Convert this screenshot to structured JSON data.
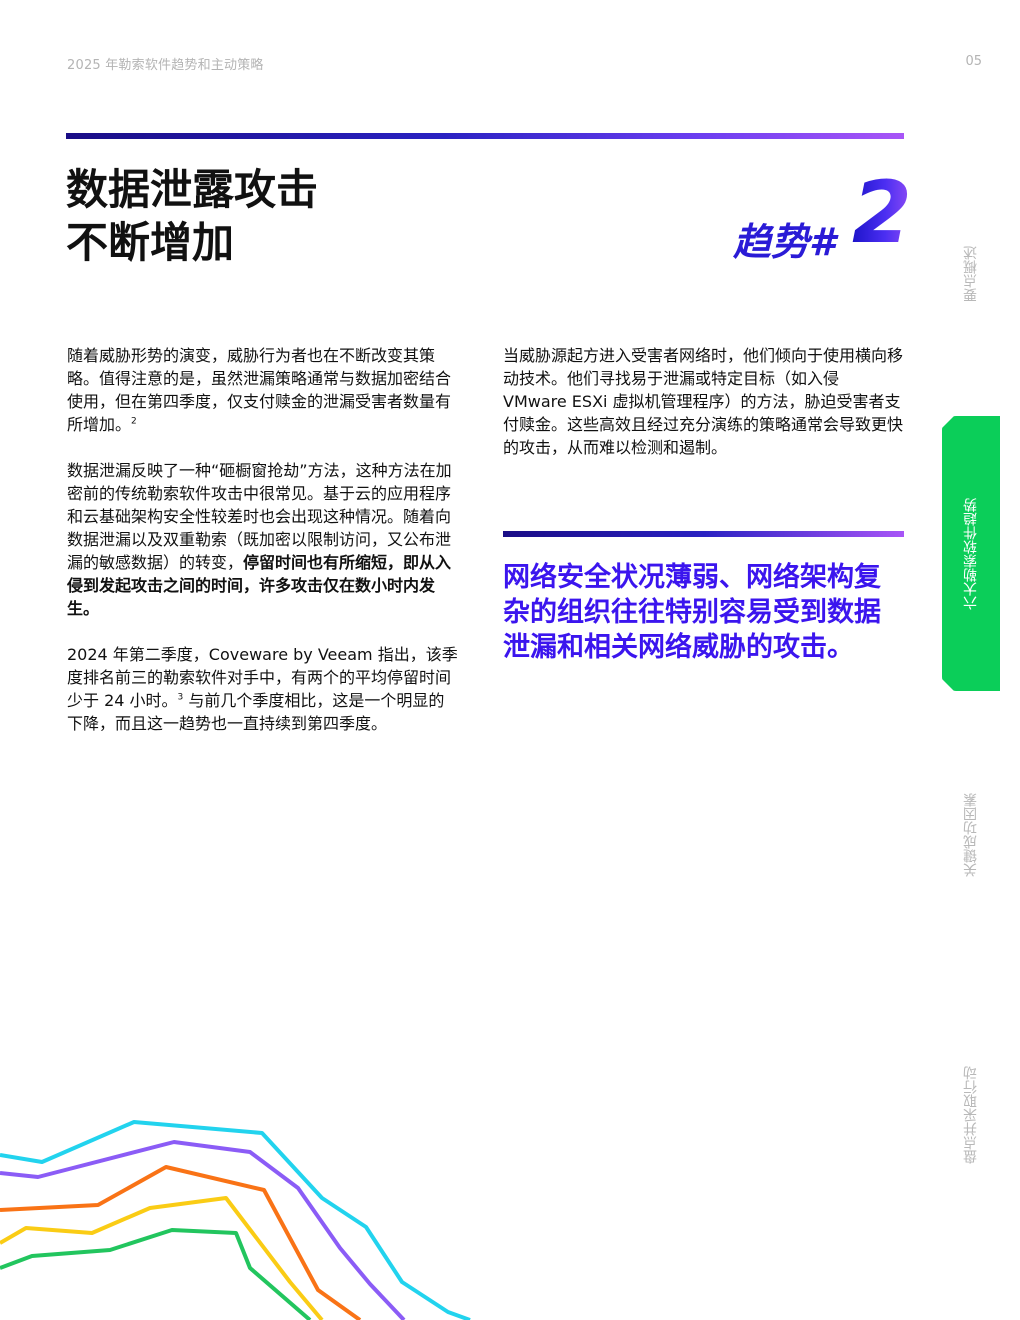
{
  "header": {
    "doc_title": "2025 年勒索软件趋势和主动策略",
    "page_number": "05"
  },
  "title": {
    "line1": "数据泄露攻击",
    "line2": "不断增加"
  },
  "trend": {
    "label": "趋势#",
    "number": "2"
  },
  "left_column": {
    "p1": "随着威胁形势的演变，威胁行为者也在不断改变其策略。值得注意的是，虽然泄漏策略通常与数据加密结合使用，但在第四季度，仅支付赎金的泄漏受害者数量有所增加。",
    "p1_ref": "2",
    "p2_intro": "数据泄漏反映了一种“砸橱窗抢劫”方法，这种方法在加密前的传统勒索软件攻击中很常见。基于云的应用程序和云基础架构安全性较差时也会出现这种情况。随着向数据泄漏以及双重勒索（既加密以限制访问，又公布泄漏的敏感数据）的转变，",
    "p2_bold": "停留时间也有所缩短，即从入侵到发起攻击之间的时间，许多攻击仅在数小时内发生。",
    "p3_a": "2024 年第二季度，Coveware by Veeam 指出，该季度排名前三的勒索软件对手中，有两个的平均停留时间少于 24 小时。",
    "p3_ref": "3",
    "p3_b": " 与前几个季度相比，这是一个明显的下降，而且这一趋势也一直持续到第四季度。"
  },
  "right_column": {
    "p1": "当威胁源起方进入受害者网络时，他们倾向于使用横向移动技术。他们寻找易于泄漏或特定目标（如入侵 VMware ESXi 虚拟机管理程序）的方法，胁迫受害者支付赎金。这些高效且经过充分演练的策略通常会导致更快的攻击，从而难以检测和遏制。"
  },
  "pull_quote": "网络安全状况薄弱、网络架构复杂的组织往往特别容易受到数据泄漏和相关网络威胁的攻击。",
  "side_nav": {
    "items": [
      {
        "label": "要点概述"
      },
      {
        "label": "六大勒索软件趋势"
      },
      {
        "label": "关键成功因素"
      },
      {
        "label": "盘点并采取行动"
      }
    ],
    "active_index": 1,
    "active_color": "#0bce59"
  },
  "decor_colors": [
    "#22d3ee",
    "#8b5cf6",
    "#f97316",
    "#facc15",
    "#22c55e"
  ]
}
